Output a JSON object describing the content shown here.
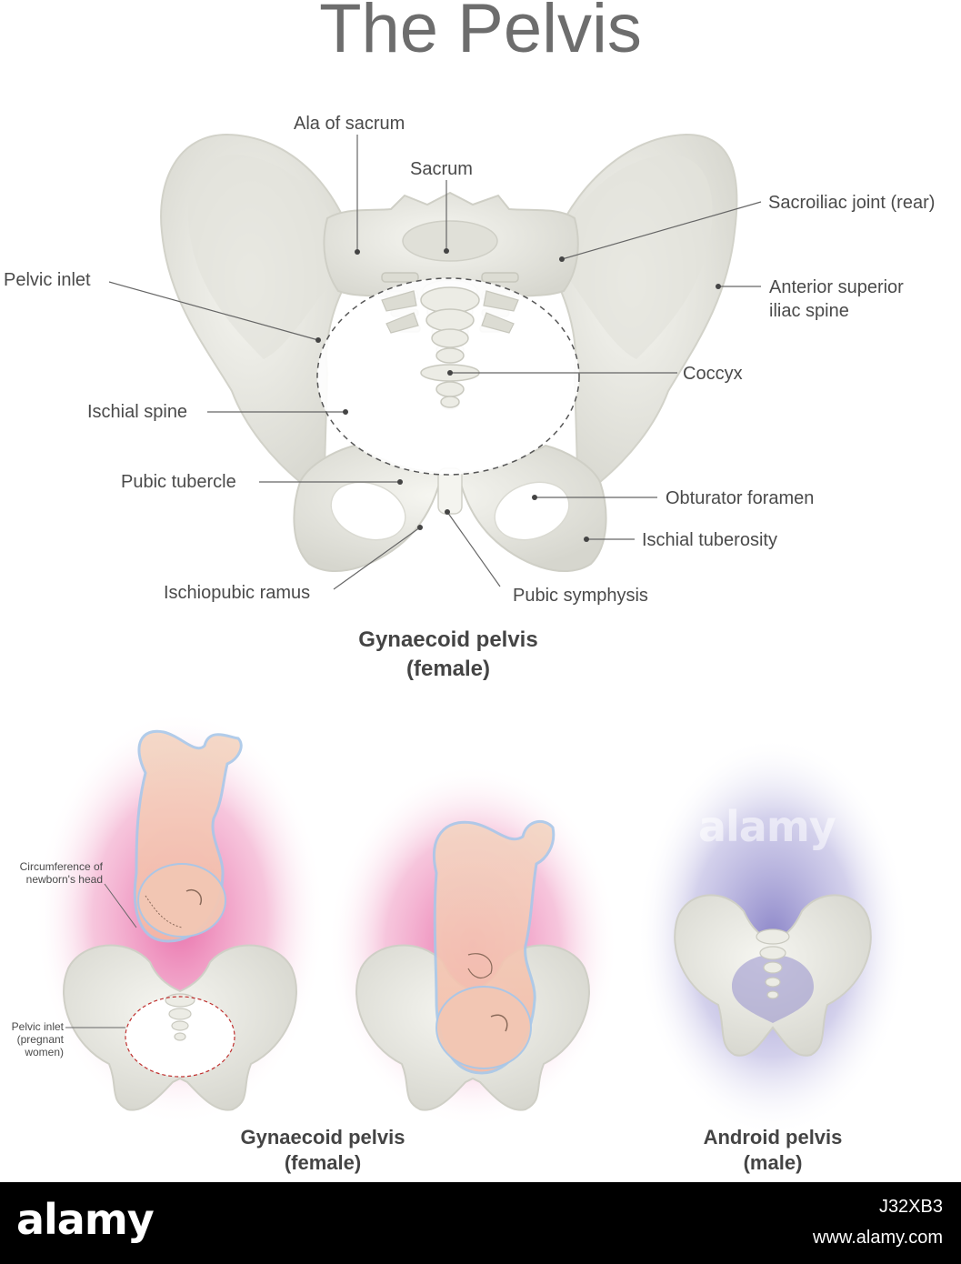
{
  "title": "The Pelvis",
  "main_labels": {
    "ala_of_sacrum": "Ala of sacrum",
    "sacrum": "Sacrum",
    "sacroiliac_joint": "Sacroiliac joint (rear)",
    "pelvic_inlet": "Pelvic inlet",
    "asis_line1": "Anterior superior",
    "asis_line2": "iliac spine",
    "coccyx": "Coccyx",
    "ischial_spine": "Ischial spine",
    "pubic_tubercle": "Pubic tubercle",
    "obturator_foramen": "Obturator foramen",
    "ischial_tuberosity": "Ischial tuberosity",
    "ischiopubic_ramus": "Ischiopubic ramus",
    "pubic_symphysis": "Pubic symphysis"
  },
  "main_caption": {
    "line1": "Gynaecoid pelvis",
    "line2": "(female)"
  },
  "small_labels": {
    "circumference_line1": "Circumference of",
    "circumference_line2": "newborn's head",
    "pelvic_inlet_line1": "Pelvic inlet",
    "pelvic_inlet_line2": "(pregnant",
    "pelvic_inlet_line3": "women)"
  },
  "bottom_captions": {
    "gynaecoid_line1": "Gynaecoid pelvis",
    "gynaecoid_line2": "(female)",
    "android_line1": "Android pelvis",
    "android_line2": "(male)"
  },
  "footer": {
    "logo": "alamy",
    "image_id": "J32XB3",
    "site": "www.alamy.com"
  },
  "watermark": "alamy",
  "colors": {
    "bone": "#ecece6",
    "bone_shade": "#d9d9d1",
    "female_glow": "#e2418f",
    "male_glow": "#8a84c8",
    "baby_skin": "#f4cdb4",
    "baby_outline": "#a9c7e8"
  }
}
